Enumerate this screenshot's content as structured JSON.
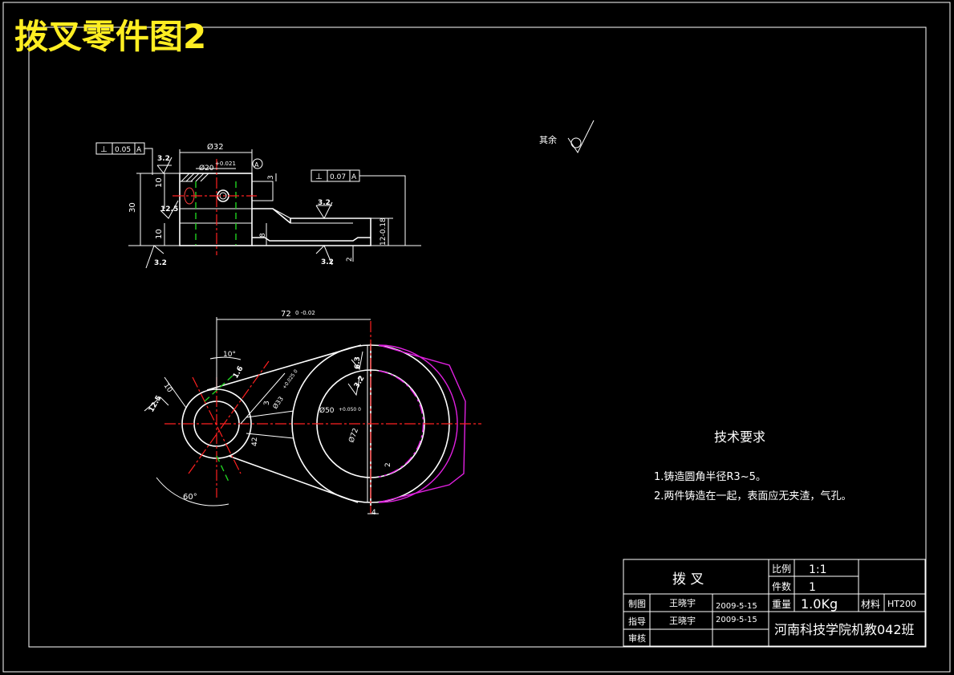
{
  "title": "拨叉零件图2",
  "colors": {
    "background": "#000000",
    "title": "#ffee22",
    "line": "#ffffff",
    "center": "#ff2020",
    "hidden": "#20d020",
    "phantom": "#e020e0"
  },
  "roughness_note": {
    "label": "其余"
  },
  "front_view": {
    "tol_a": {
      "symbol": "⊥",
      "value": "0.05",
      "datum": "A"
    },
    "tol_b": {
      "symbol": "⊥",
      "value": "0.07",
      "datum": "A"
    },
    "dims": {
      "width": "Ø32",
      "bore": "Ø20",
      "bore_tol": "+0.021",
      "datum_circle": "A",
      "top3": "3",
      "h10a": "10",
      "h10b": "10",
      "h30": "30",
      "h8": "8",
      "h2": "2",
      "slot": "12-0.18"
    },
    "roughness": {
      "r1": "3.2",
      "r2": "12.5",
      "r3": "3.2",
      "r4": "3.2",
      "r5": "3.2"
    }
  },
  "top_view": {
    "dims": {
      "len72": "72",
      "len72_tol": "0 -0.02",
      "ang10": "10°",
      "d10": "10",
      "r18": "1.6",
      "rough_big": "12.5",
      "d33": "Ø33",
      "d33_tol": "+0.025 0",
      "ang60": "60°",
      "d50": "Ø50",
      "d50_tol": "+0.050 0",
      "d72": "Ø72",
      "d3": "3",
      "d42": "42",
      "d2": "2",
      "d4": "4",
      "r63": "6.3",
      "r32": "3.2"
    }
  },
  "tech_requirements": {
    "heading": "技术要求",
    "items": [
      "1.铸造圆角半径R3~5。",
      "2.两件铸造在一起，表面应无夹渣，气孔。"
    ]
  },
  "title_block": {
    "part_name": "拨   叉",
    "scale_label": "比例",
    "scale_value": "1:1",
    "qty_label": "件数",
    "qty_value": "1",
    "weight_label": "重量",
    "weight_value": "1.0Kg",
    "material_label": "材料",
    "material_value": "HT200",
    "drawn_label": "制图",
    "drawn_name": "王晓宇",
    "drawn_date": "2009-5-15",
    "guide_label": "指导",
    "guide_name": "王晓宇",
    "guide_date": "2009-5-15",
    "review_label": "审核",
    "school": "河南科技学院机教042班"
  }
}
